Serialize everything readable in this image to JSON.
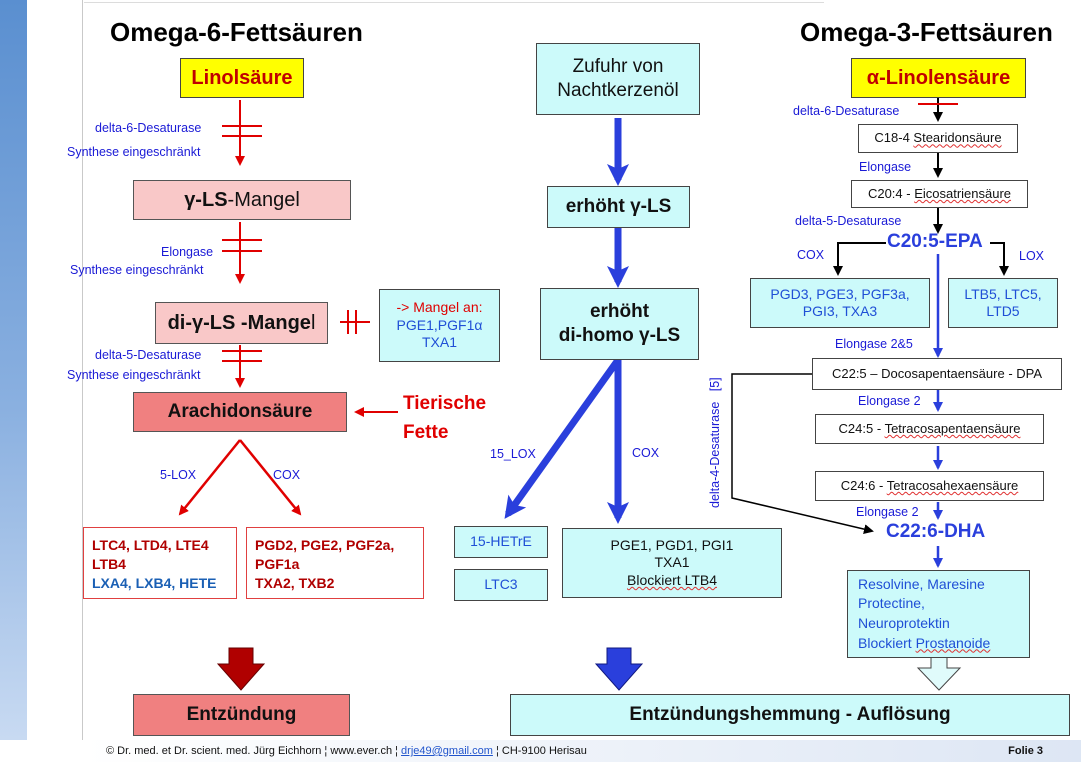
{
  "titles": {
    "omega6": "Omega-6-Fettsäuren",
    "omega3": "Omega-3-Fettsäuren"
  },
  "left": {
    "linolsaeure": "Linolsäure",
    "d6": "delta-6-Desaturase",
    "synth1": "Synthese eingeschränkt",
    "gls_bold": "γ-LS",
    "gls_rest": " -Mangel",
    "elongase": "Elongase",
    "synth2": "Synthese eingeschränkt",
    "digls_bold": "di-γ-LS -Mange",
    "digls_rest": "l",
    "mangel_line1": "-> Mangel an:",
    "mangel_line2": "PGE1,PGF1α",
    "mangel_line3": "TXA1",
    "d5": "delta-5-Desaturase",
    "synth3": "Synthese eingeschränkt",
    "arachidon": "Arachidonsäure",
    "tierische1": "Tierische",
    "tierische2": "Fette",
    "lox5": "5-LOX",
    "cox": "COX",
    "ltc_line1": "LTC4, LTD4, LTE4",
    "ltc_line2": "LTB4",
    "ltc_line3": "LXA4, LXB4, HETE",
    "pgd_line1": "PGD2, PGE2, PGF2a,",
    "pgd_line2": "PGF1a",
    "pgd_line3": "TXA2, TXB2",
    "entzuendung": "Entzündung"
  },
  "middle": {
    "zufuhr1": "Zufuhr von",
    "zufuhr2": "Nachtkerzenöl",
    "erhoeht1": "erhöht γ-LS",
    "erhoeht2a": "erhöht",
    "erhoeht2b": "di-homo γ-LS",
    "lox15": "15_LOX",
    "cox": "COX",
    "hetre": "15-HETrE",
    "ltc3": "LTC3",
    "pge_line1": "PGE1, PGD1, PGI1",
    "pge_line2": "TXA1",
    "pge_line3": "Blockiert LTB4",
    "hemmung": "Entzündungshemmung - Auflösung"
  },
  "right": {
    "alinolen": "α-Linolensäure",
    "d6": "delta-6-Desaturase",
    "c18": "C18-4 Stearidonsäure",
    "c18_pre": "C18-4 ",
    "c18_name": "Stearidonsäure",
    "elongase": "Elongase",
    "c20_4_pre": "C20:4 - ",
    "c20_4_name": "Eicosatriensäure",
    "d5": "delta-5-Desaturase",
    "epa": "C20:5-EPA",
    "cox": "COX",
    "lox": "LOX",
    "pgd3_line1": "PGD3, PGE3, PGF3a,",
    "pgd3_line2": "PGI3, TXA3",
    "ltb5_line1": "LTB5, LTC5,",
    "ltb5_line2": "LTD5",
    "elong25": "Elongase 2&5",
    "dpa": "C22:5 – Docosapentaensäure - DPA",
    "elong2a": "Elongase 2",
    "c24_5_pre": "C24:5 - ",
    "c24_5_name": "Tetracosapentaensäure",
    "c24_6_pre": "C24:6 - ",
    "c24_6_name": "Tetracosahexaensäure",
    "d4": "delta-4-Desaturase",
    "d4_ref": "[5]",
    "elong2b": "Elongase 2",
    "dha": "C22:6-DHA",
    "res_line1": "Resolvine, Maresine",
    "res_line2": "Protectine,",
    "res_line3": "Neuroprotektin",
    "res_line4_pre": "Blockiert ",
    "res_line4_name": "Prostanoide"
  },
  "footer": {
    "text1": "© Dr. med. et Dr. scient. med. Jürg Eichhorn ¦ www.ever.ch ¦ ",
    "email": "drje49@gmail.com",
    "text2": " ¦ CH-9100 Herisau",
    "folie": "Folie 3"
  },
  "colors": {
    "blue_arrow": "#2a3fdc",
    "red_arrow": "#e00000",
    "dark_red": "#b00000",
    "cyan_box": "#ccfafa",
    "pink_box": "#f9c8c8",
    "red_box": "#f08080"
  }
}
